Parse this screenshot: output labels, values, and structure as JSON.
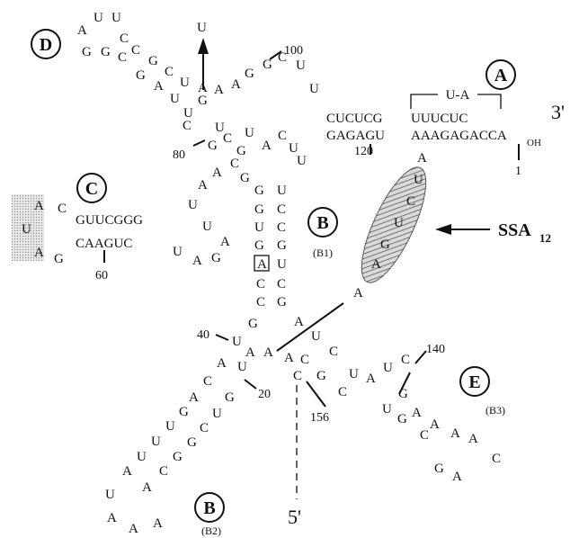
{
  "labels": {
    "domain_a": "A",
    "domain_b": "B",
    "domain_b1": "(B1)",
    "domain_b2": "(B2)",
    "domain_b3": "(B3)",
    "domain_c": "C",
    "domain_d": "D",
    "domain_e": "E",
    "end_3": "3'",
    "end_5": "5'",
    "oh": "OH",
    "pseudoknot": "U-A",
    "ssa_label": "SSA",
    "ssa_subscript": "12",
    "boxed_nt": "A"
  },
  "strands": {
    "a_top": "CUCUCG",
    "a_top2": "UUUCUC",
    "a_bottom": "GAGAGU",
    "a_bottom2": "AAAGAGACCA",
    "c_top": "GUUCGGG",
    "c_bottom": "CAAGUC",
    "b1_left": [
      "G",
      "G",
      "U",
      "G",
      "C"
    ],
    "b1_right": [
      "U",
      "C",
      "C",
      "G",
      "U"
    ],
    "b1_left2": [
      "C",
      "G"
    ],
    "b1_right2": [
      "U",
      "C",
      "G"
    ]
  },
  "numbers": {
    "n1": "1",
    "n20": "20",
    "n40": "40",
    "n60": "60",
    "n80": "80",
    "n100": "100",
    "n120": "120",
    "n140": "140",
    "n156": "156"
  },
  "nucleotides": {
    "d_arm": [
      "A",
      "U",
      "U",
      "G",
      "G",
      "C",
      "C",
      "C",
      "G",
      "G",
      "C",
      "A",
      "U",
      "U",
      "A",
      "U",
      "C",
      "G",
      "U"
    ],
    "d_right": [
      "A",
      "A",
      "G",
      "G",
      "C",
      "U",
      "U"
    ],
    "d_lower": [
      "U",
      "G",
      "C",
      "U",
      "G",
      "A",
      "C"
    ],
    "c_loop": [
      "A",
      "C",
      "U",
      "A",
      "G"
    ],
    "c_right": [
      "U",
      "A",
      "U",
      "A",
      "A",
      "U",
      "A",
      "G"
    ],
    "a_stem_3": [
      "A",
      "U",
      "C",
      "U",
      "G",
      "A"
    ],
    "junction": [
      "U",
      "A",
      "A",
      "A",
      "A",
      "U",
      "U",
      "G",
      "G",
      "A"
    ],
    "e_arm": [
      "C",
      "U",
      "C",
      "G",
      "A",
      "C",
      "G",
      "U",
      "C",
      "U",
      "G",
      "A",
      "A",
      "C",
      "C",
      "U",
      "A"
    ],
    "b2_arm": [
      "U",
      "A",
      "C",
      "G",
      "U",
      "A",
      "C",
      "G",
      "U",
      "U",
      "G",
      "A",
      "C",
      "A",
      "U",
      "C",
      "A",
      "A",
      "A",
      "G",
      "U"
    ]
  }
}
